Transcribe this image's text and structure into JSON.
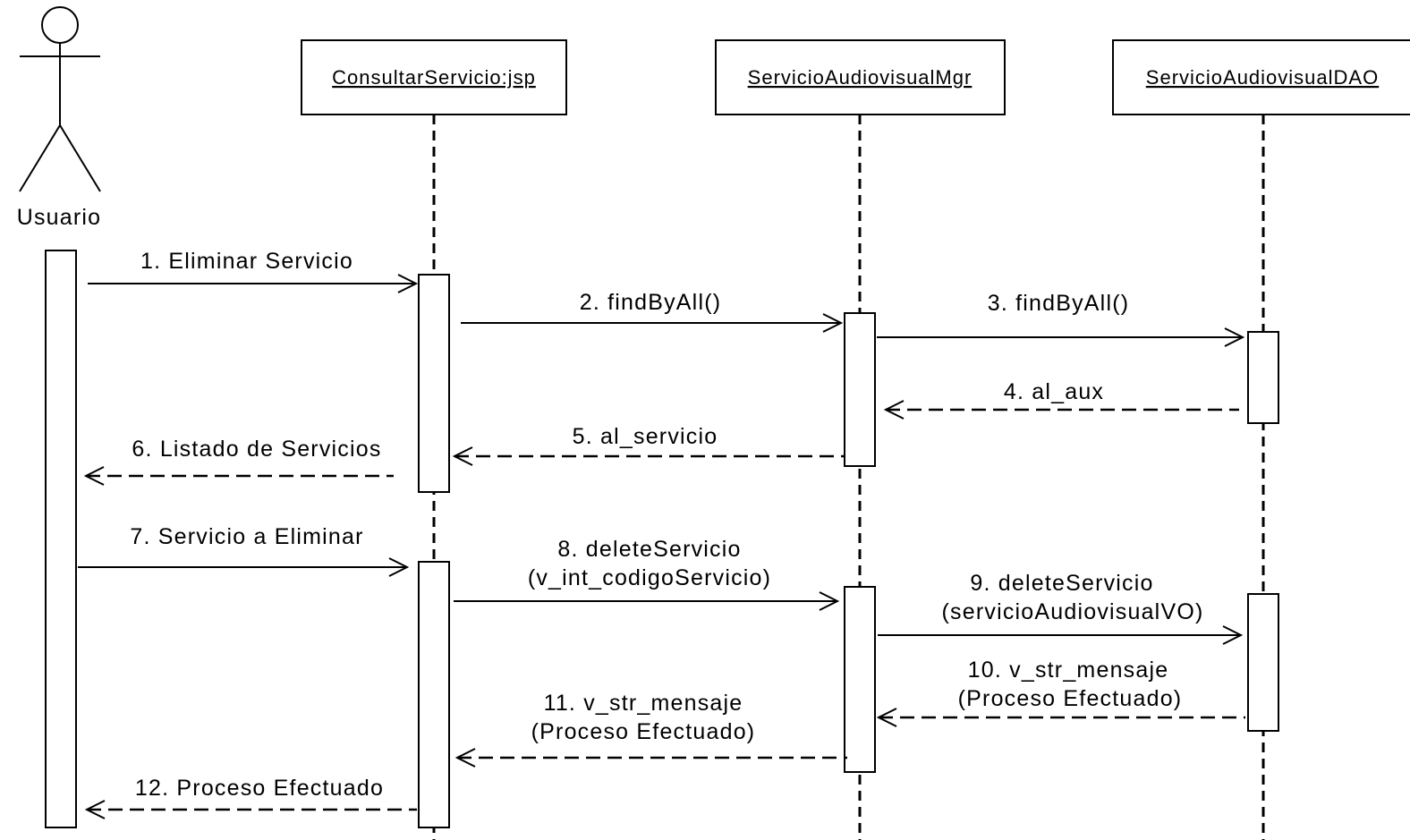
{
  "actor": {
    "label": "Usuario"
  },
  "objects": [
    {
      "id": "jsp",
      "label": "ConsultarServicio:jsp"
    },
    {
      "id": "mgr",
      "label": "ServicioAudiovisualMgr"
    },
    {
      "id": "dao",
      "label": "ServicioAudiovisualDAO"
    }
  ],
  "messages": [
    {
      "n": 1,
      "from": "Usuario",
      "to": "ConsultarServicio:jsp",
      "kind": "call",
      "lines": [
        "1. Eliminar Servicio"
      ]
    },
    {
      "n": 2,
      "from": "ConsultarServicio:jsp",
      "to": "ServicioAudiovisualMgr",
      "kind": "call",
      "lines": [
        "2. findByAll()"
      ]
    },
    {
      "n": 3,
      "from": "ServicioAudiovisualMgr",
      "to": "ServicioAudiovisualDAO",
      "kind": "call",
      "lines": [
        "3. findByAll()"
      ]
    },
    {
      "n": 4,
      "from": "ServicioAudiovisualDAO",
      "to": "ServicioAudiovisualMgr",
      "kind": "return",
      "lines": [
        "4. al_aux"
      ]
    },
    {
      "n": 5,
      "from": "ServicioAudiovisualMgr",
      "to": "ConsultarServicio:jsp",
      "kind": "return",
      "lines": [
        "5. al_servicio"
      ]
    },
    {
      "n": 6,
      "from": "ConsultarServicio:jsp",
      "to": "Usuario",
      "kind": "return",
      "lines": [
        "6. Listado de Servicios"
      ]
    },
    {
      "n": 7,
      "from": "Usuario",
      "to": "ConsultarServicio:jsp",
      "kind": "call",
      "lines": [
        "7. Servicio a Eliminar"
      ]
    },
    {
      "n": 8,
      "from": "ConsultarServicio:jsp",
      "to": "ServicioAudiovisualMgr",
      "kind": "call",
      "lines": [
        "8. deleteServicio",
        "(v_int_codigoServicio)"
      ]
    },
    {
      "n": 9,
      "from": "ServicioAudiovisualMgr",
      "to": "ServicioAudiovisualDAO",
      "kind": "call",
      "lines": [
        "9. deleteServicio",
        "(servicioAudiovisualVO)"
      ]
    },
    {
      "n": 10,
      "from": "ServicioAudiovisualDAO",
      "to": "ServicioAudiovisualMgr",
      "kind": "return",
      "lines": [
        "10. v_str_mensaje",
        "(Proceso Efectuado)"
      ]
    },
    {
      "n": 11,
      "from": "ServicioAudiovisualMgr",
      "to": "ConsultarServicio:jsp",
      "kind": "return",
      "lines": [
        "11. v_str_mensaje",
        "(Proceso Efectuado)"
      ]
    },
    {
      "n": 12,
      "from": "ConsultarServicio:jsp",
      "to": "Usuario",
      "kind": "return",
      "lines": [
        "12. Proceso Efectuado"
      ]
    }
  ]
}
